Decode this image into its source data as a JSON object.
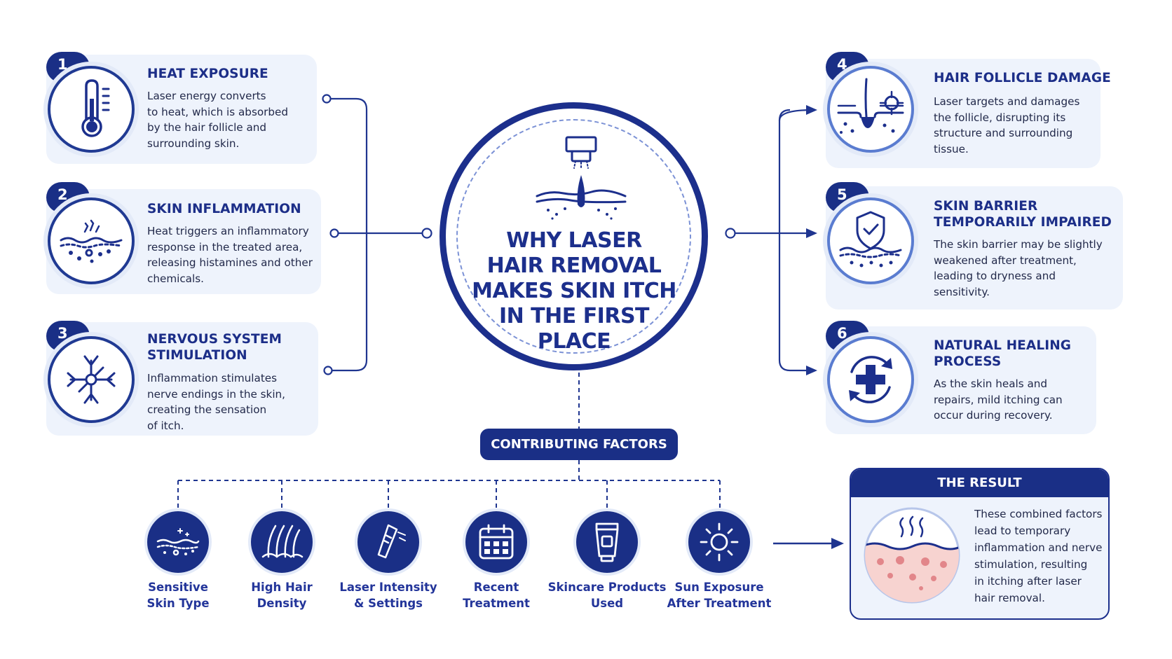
{
  "center": {
    "title_lines": [
      "WHY LASER",
      "HAIR REMOVAL",
      "MAKES SKIN ITCH",
      "IN THE FIRST PLACE"
    ]
  },
  "causes": [
    {
      "number": "1",
      "title_lines": [
        "HEAT EXPOSURE"
      ],
      "text_lines": [
        "Laser energy converts",
        "to heat, which is absorbed",
        "by the hair follicle and",
        "surrounding skin."
      ],
      "icon": "thermometer-icon"
    },
    {
      "number": "2",
      "title_lines": [
        "SKIN INFLAMMATION"
      ],
      "text_lines": [
        "Heat triggers an inflammatory",
        "response in the treated area,",
        "releasing histamines and other",
        "chemicals."
      ],
      "icon": "inflamed-skin-icon"
    },
    {
      "number": "3",
      "title_lines": [
        "NERVOUS SYSTEM",
        "STIMULATION"
      ],
      "text_lines": [
        "Inflammation stimulates",
        "nerve endings in the skin,",
        "creating the sensation",
        "of itch."
      ],
      "icon": "nerve-cell-icon"
    },
    {
      "number": "4",
      "title_lines": [
        "HAIR FOLLICLE DAMAGE"
      ],
      "text_lines": [
        "Laser targets and damages",
        "the follicle, disrupting its",
        "structure and surrounding",
        "tissue."
      ],
      "icon": "hair-follicle-target-icon"
    },
    {
      "number": "5",
      "title_lines": [
        "SKIN BARRIER",
        "TEMPORARILY IMPAIRED"
      ],
      "text_lines": [
        "The skin barrier may be slightly",
        "weakened after treatment,",
        "leading to dryness and",
        "sensitivity."
      ],
      "icon": "shield-skin-icon"
    },
    {
      "number": "6",
      "title_lines": [
        "NATURAL HEALING",
        "PROCESS"
      ],
      "text_lines": [
        "As the skin heals and",
        "repairs, mild itching can",
        "occur during recovery."
      ],
      "icon": "healing-cross-icon"
    }
  ],
  "factors": {
    "heading": "CONTRIBUTING FACTORS",
    "items": [
      {
        "label_lines": [
          "Sensitive",
          "Skin Type"
        ],
        "icon": "sensitive-skin-icon"
      },
      {
        "label_lines": [
          "High Hair",
          "Density"
        ],
        "icon": "hair-density-icon"
      },
      {
        "label_lines": [
          "Laser Intensity",
          "& Settings"
        ],
        "icon": "laser-device-icon"
      },
      {
        "label_lines": [
          "Recent",
          "Treatment"
        ],
        "icon": "calendar-icon"
      },
      {
        "label_lines": [
          "Skincare Products",
          "Used"
        ],
        "icon": "skincare-tube-icon"
      },
      {
        "label_lines": [
          "Sun Exposure",
          "After Treatment"
        ],
        "icon": "sun-icon"
      }
    ]
  },
  "result": {
    "heading": "THE RESULT",
    "text_lines": [
      "These combined factors",
      "lead to temporary",
      "inflammation and nerve",
      "stimulation, resulting",
      "in itching after laser",
      "hair removal."
    ],
    "icon": "irritated-skin-icon"
  },
  "colors": {
    "navy": "#1a2f86",
    "card": "#eef3fc",
    "accent_light": "#5a7cd0"
  }
}
